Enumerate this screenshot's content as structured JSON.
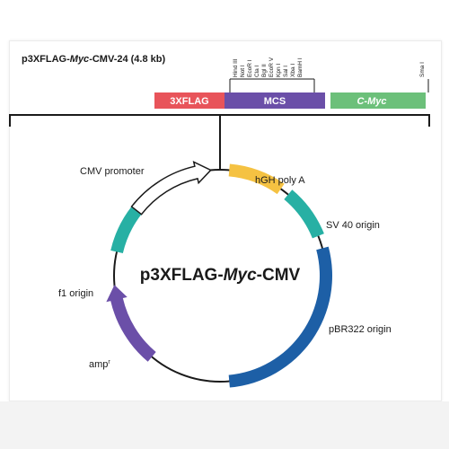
{
  "header": {
    "title_pre": "p3XFLAG-",
    "title_italic": "Myc",
    "title_post": "-CMV-24 (4.8 kb)"
  },
  "sites": [
    "Hind III",
    "Not I",
    "EcoR I",
    "Cla I",
    "Bgl II",
    "EcoR V",
    "Kpn I",
    "Sal I",
    "Xba I",
    "BamH I",
    "Sma I"
  ],
  "segments": {
    "flag": "3XFLAG",
    "mcs": "MCS",
    "myc": "C-Myc"
  },
  "plasmid": {
    "name_pre": "p3XFLAG-",
    "name_italic": "Myc",
    "name_post": "-CMV"
  },
  "features": {
    "cmv_promoter": "CMV promoter",
    "hgh_polya": "hGH poly A",
    "sv40_origin": "SV 40 origin",
    "pbr322_origin": "pBR322 origin",
    "amp": "amp",
    "amp_sup": "r",
    "f1_origin": "f1 origin"
  },
  "colors": {
    "flag": "#e8545a",
    "mcs": "#6b4fa8",
    "myc": "#6cc07a",
    "hgh": "#f5c242",
    "sv40": "#27b0a4",
    "pbr322": "#1d5fa6",
    "amp": "#6b4fa8",
    "f1": "#27b0a4"
  }
}
